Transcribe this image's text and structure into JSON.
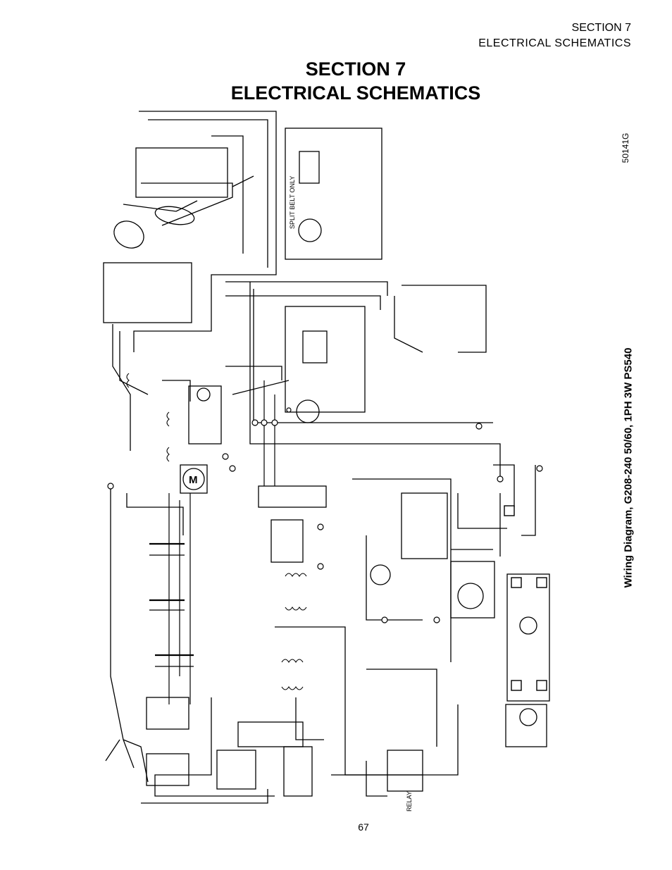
{
  "header": {
    "line1": "SECTION 7",
    "line2": "ELECTRICAL  SCHEMATICS"
  },
  "title": {
    "line1": "SECTION 7",
    "line2": "ELECTRICAL SCHEMATICS"
  },
  "drawing_number": "50141G",
  "diagram_caption": "Wiring Diagram, G208-240 50/60, 1PH 3W PS540",
  "labels": {
    "split_belt": "SPLIT BELT ONLY",
    "relay": "RELAY",
    "motor_symbol": "M"
  },
  "page_number": "67"
}
